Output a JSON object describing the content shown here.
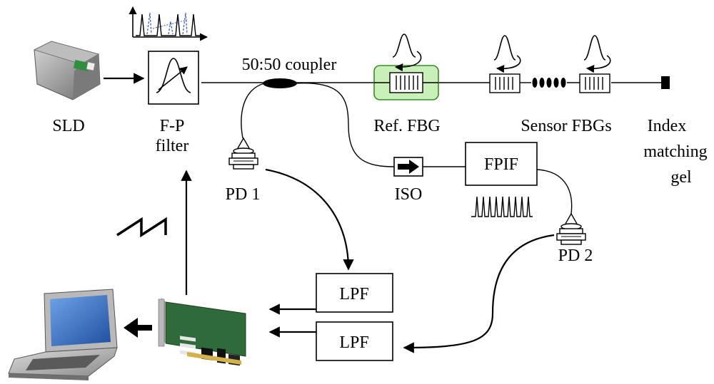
{
  "labels": {
    "sld": "SLD",
    "fp_filter_line1": "F-P",
    "fp_filter_line2": "filter",
    "coupler": "50:50 coupler",
    "ref_fbg": "Ref. FBG",
    "sensor_fbgs": "Sensor FBGs",
    "index_line1": "Index",
    "index_line2": "matching",
    "index_line3": "gel",
    "pd1": "PD 1",
    "pd2": "PD 2",
    "iso": "ISO",
    "fpif": "FPIF",
    "lpf_top": "LPF",
    "lpf_bottom": "LPF"
  },
  "colors": {
    "ref_fbg_fill": "#c9f0b8",
    "ref_fbg_stroke": "#3a8a2a",
    "spectrum_dash": "#3355cc"
  }
}
